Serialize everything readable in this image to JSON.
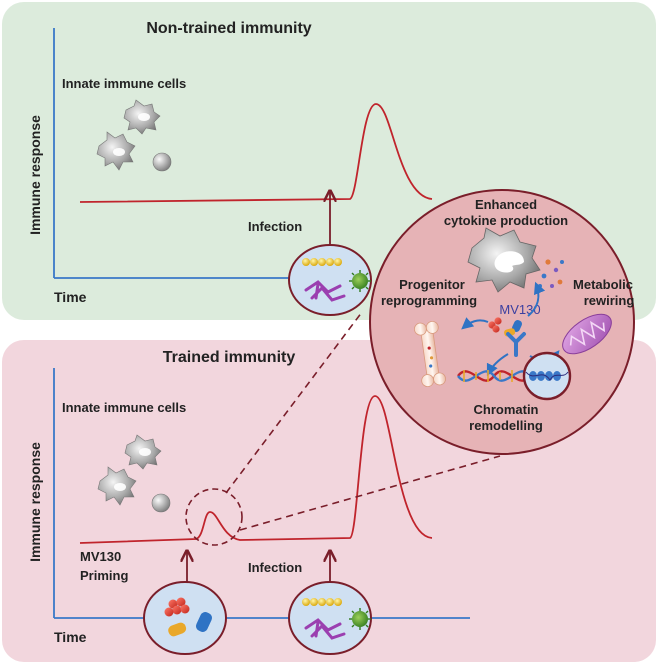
{
  "top_panel": {
    "title": "Non-trained immunity",
    "cells_label": "Innate immune cells",
    "y_axis_label": "Immune response",
    "x_axis_label": "Time",
    "event_label": "Infection"
  },
  "bottom_panel": {
    "title": "Trained immunity",
    "cells_label": "Innate immune cells",
    "y_axis_label": "Immune response",
    "x_axis_label": "Time",
    "priming_label_1": "MV130",
    "priming_label_2": "Priming",
    "event_label": "Infection"
  },
  "zoom_circle": {
    "effect_top_1": "Enhanced",
    "effect_top_2": "cytokine production",
    "effect_left_1": "Progenitor",
    "effect_left_2": "reprogramming",
    "effect_right_1": "Metabolic",
    "effect_right_2": "rewiring",
    "effect_bottom_1": "Chromatin",
    "effect_bottom_2": "remodelling",
    "center_label": "MV130"
  },
  "colors": {
    "top_panel_bg": "#dcebdc",
    "bottom_panel_bg": "#f2d6dd",
    "zoom_circle_fill": "#e6b3b6",
    "zoom_circle_stroke": "#7a1e2a",
    "response_curve": "#c0242c",
    "axis_line": "#3a78c8",
    "arrow": "#7a1e2a",
    "pathogen_circle_fill": "#cfe0f2",
    "text": "#222222",
    "mv130_text": "#3b3fa0"
  },
  "icons": [
    "macrophage-icon",
    "monocyte-icon",
    "bacteria-icon",
    "virus-icon",
    "fungus-icon",
    "bone-marrow-icon",
    "mitochondria-icon",
    "dna-icon",
    "antibody-receptor-icon",
    "cytokine-dots-icon"
  ]
}
